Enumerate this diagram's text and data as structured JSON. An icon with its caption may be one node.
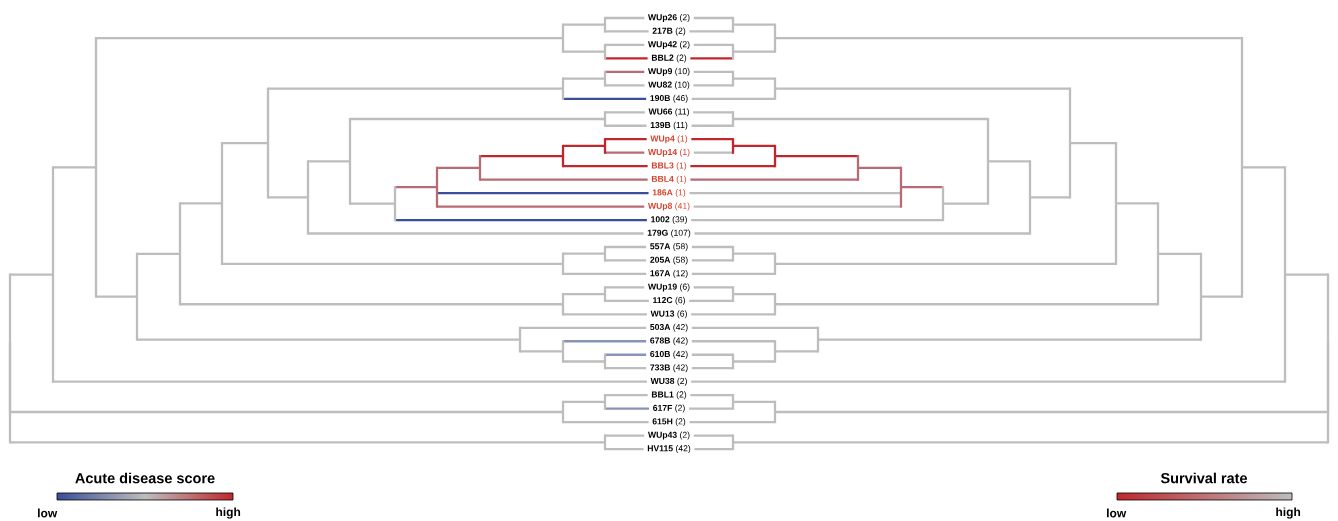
{
  "diagram": {
    "labels": [
      "**WUp26** (2)",
      "**217B** (2)",
      "**WUp42** (2)",
      "**BBL2** (2)",
      "**WUp9** (10)",
      "**WU82** (10)",
      "**190B** (46)",
      "**WU66** (11)",
      "**139B** (11)",
      "**WUp4** (1)",
      "**WUp14** (1)",
      "**BBL3** (1)",
      "**BBL4** (1)",
      "**186A** (1)",
      "**WUp8** (41)",
      "**1002** (39)",
      "**179G** (107)",
      "**557A** (58)",
      "**205A** (58)",
      "**167A** (12)",
      "**WUp19** (6)",
      "**112C** (6)",
      "**WU13** (6)",
      "**503A** (42)",
      "**678B** (42)",
      "**610B** (42)",
      "**733B** (42)",
      "**WU38** (2)",
      "**BBL1** (2)",
      "**617F** (2)",
      "**615H** (2)",
      "**WUp43** (2)",
      "**HV115** (42)",
      "Acute disease score",
      "low",
      "high",
      "Survival rate",
      "low",
      "high"
    ]
  }
}
